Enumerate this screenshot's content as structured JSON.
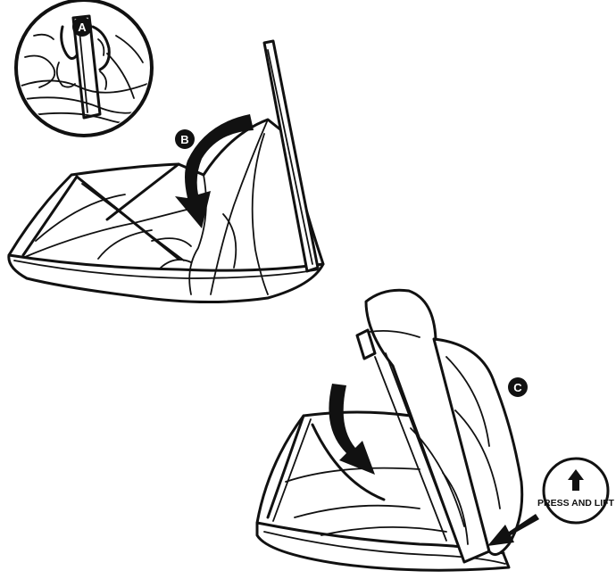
{
  "steps": {
    "a": {
      "label": "A"
    },
    "b": {
      "label": "B"
    },
    "c": {
      "label": "C"
    }
  },
  "press_and_lift": {
    "label": "PRESS AND LIFT",
    "icon": "up-arrow-icon"
  },
  "colors": {
    "ink": "#111111",
    "paper": "#ffffff"
  }
}
